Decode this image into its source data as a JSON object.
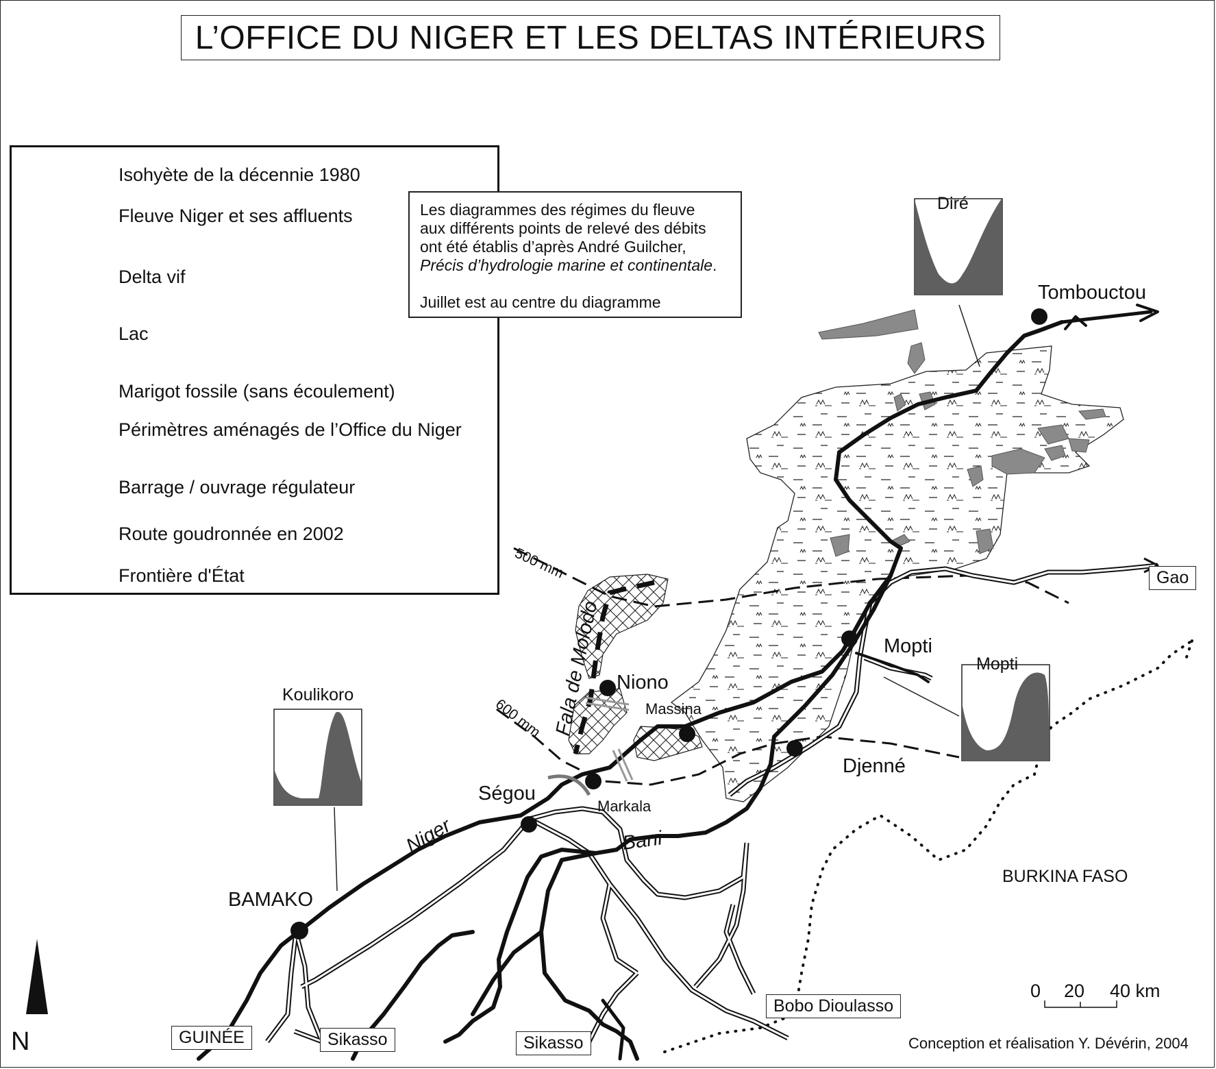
{
  "title": "L’OFFICE DU NIGER ET LES DELTAS INTÉRIEURS",
  "legend": {
    "items": [
      {
        "symbol": "dashed-line",
        "label": "Isohyète de la décennie 1980"
      },
      {
        "symbol": "thick-line",
        "label": "Fleuve Niger et ses affluents"
      },
      {
        "symbol": "delta-pattern",
        "label": "Delta vif"
      },
      {
        "symbol": "lake-shape",
        "label": "Lac"
      },
      {
        "symbol": "thick-dashed-curve",
        "label": "Marigot fossile (sans écoulement)"
      },
      {
        "symbol": "crosshatch-box",
        "label": "Périmètres aménagés de l’Office du Niger"
      },
      {
        "symbol": "dam-arc",
        "label": "Barrage / ouvrage régulateur"
      },
      {
        "symbol": "double-line-road",
        "label": "Route goudronnée en 2002"
      },
      {
        "symbol": "dotted-line",
        "label": "Frontière d'État"
      }
    ]
  },
  "note": {
    "line1": "Les diagrammes des régimes du fleuve",
    "line2": "aux différents points de relevé des débits",
    "line3": "ont été établis d’après  André Guilcher,",
    "line4": "Précis d’hydrologie marine et continentale",
    "line4_end": ".",
    "line5": "Juillet est au centre du diagramme"
  },
  "cities": {
    "tombouctou": "Tombouctou",
    "mopti": "Mopti",
    "niono": "Niono",
    "massina": "Massina",
    "djenne": "Djenné",
    "markala": "Markala",
    "segou": "Ségou",
    "bamako": "BAMAKO"
  },
  "features": {
    "river_niger": "Niger",
    "river_bani": "Bani",
    "fala": "Fala de Molodo",
    "isohyet_500": "500 mm",
    "isohyet_600": "600 mm",
    "burkina": "BURKINA FASO"
  },
  "diagrams": {
    "dire": "Diré",
    "mopti": "Mopti",
    "koulikoro": "Koulikoro"
  },
  "destinations": {
    "gao": "Gao",
    "guinee": "GUINÉE",
    "sikasso_1": "Sikasso",
    "sikasso_2": "Sikasso",
    "bobo": "Bobo Dioulasso"
  },
  "scale": {
    "labels": [
      "0",
      "20",
      "40 km"
    ]
  },
  "north": "N",
  "credit": "Conception et réalisation Y. Dévérin, 2004",
  "colors": {
    "lake": "#8a8a8a",
    "diagram_fill": "#5f5f5f",
    "ink": "#111111",
    "dam": "#9a9a9a"
  }
}
